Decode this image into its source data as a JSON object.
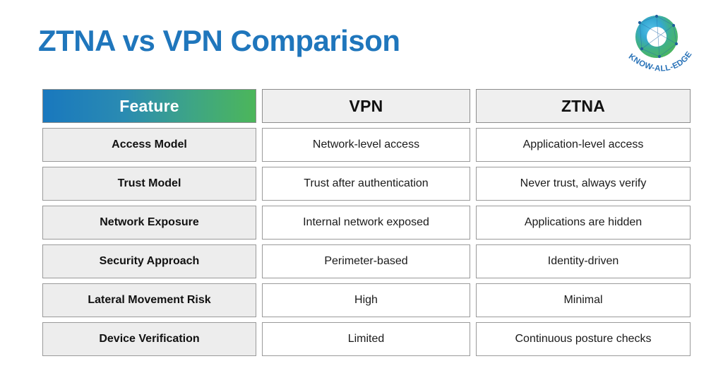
{
  "header": {
    "title": "ZTNA vs VPN Comparison",
    "title_color": "#1f76bc"
  },
  "logo": {
    "name": "know-all-edge-logo",
    "wordmark": "KNOW-ALL-EDGE",
    "wordmark_color": "#2a73b8",
    "ring_colors": [
      "#3aa0d8",
      "#2e9fc4",
      "#3fb08a",
      "#4cb65a",
      "#1f76bc"
    ]
  },
  "table": {
    "header_gradient_from": "#1978be",
    "header_gradient_to": "#4cb65a",
    "columns": [
      {
        "key": "feature",
        "label": "Feature",
        "style": "gradient"
      },
      {
        "key": "vpn",
        "label": "VPN",
        "style": "plain"
      },
      {
        "key": "ztna",
        "label": "ZTNA",
        "style": "plain"
      }
    ],
    "rows": [
      {
        "feature": "Access Model",
        "vpn": "Network-level access",
        "ztna": "Application-level access"
      },
      {
        "feature": "Trust Model",
        "vpn": "Trust after authentication",
        "ztna": "Never trust, always verify"
      },
      {
        "feature": "Network Exposure",
        "vpn": "Internal network exposed",
        "ztna": "Applications are hidden"
      },
      {
        "feature": "Security Approach",
        "vpn": "Perimeter-based",
        "ztna": "Identity-driven"
      },
      {
        "feature": "Lateral Movement Risk",
        "vpn": "High",
        "ztna": "Minimal"
      },
      {
        "feature": "Device Verification",
        "vpn": "Limited",
        "ztna": "Continuous posture checks"
      }
    ]
  }
}
